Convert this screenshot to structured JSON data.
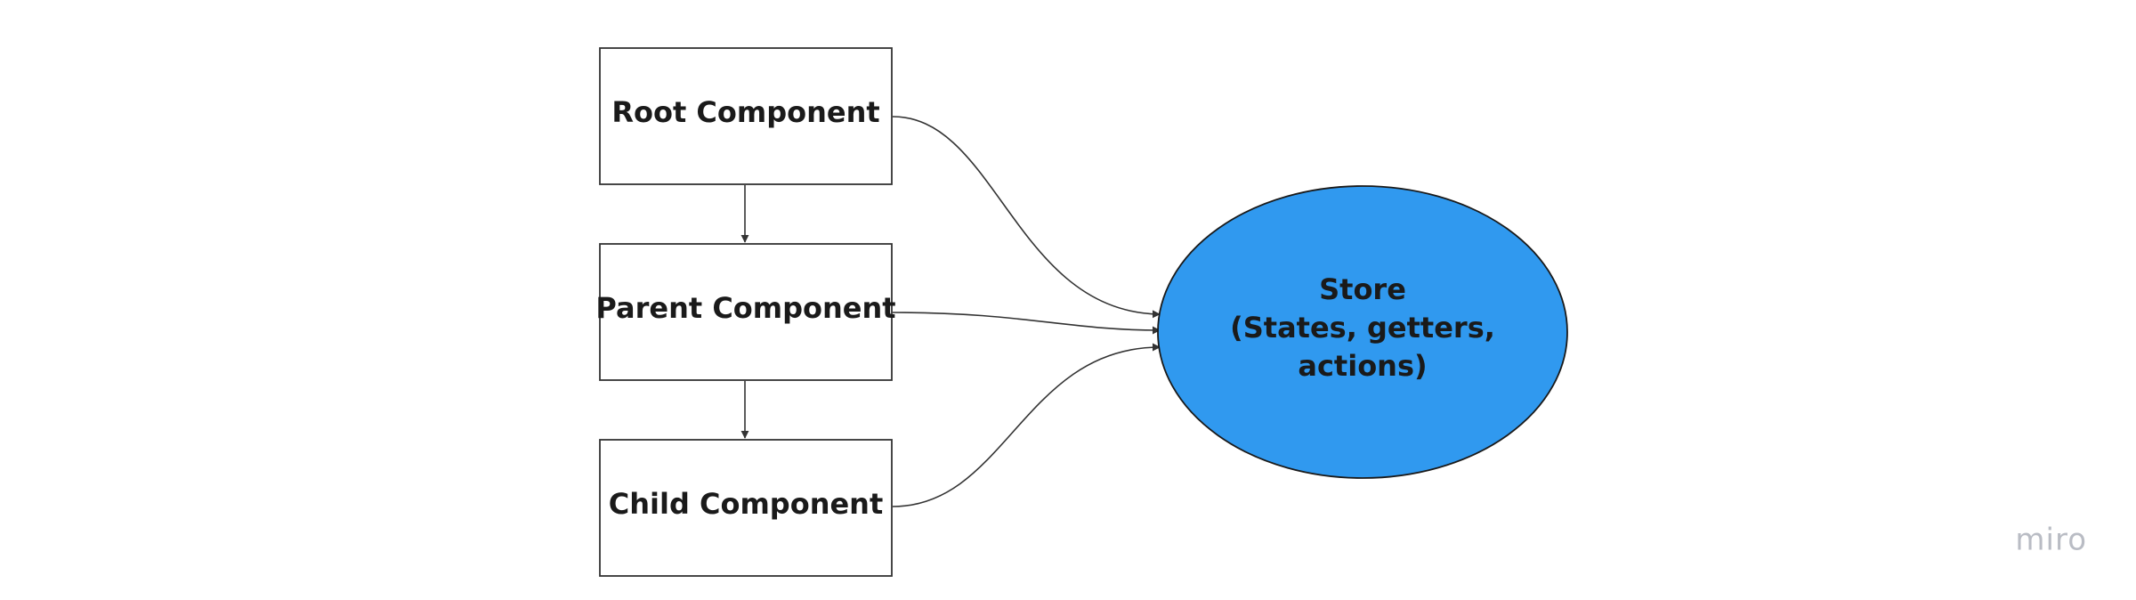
{
  "nodes": {
    "root": {
      "label": "Root Component"
    },
    "parent": {
      "label": "Parent Component"
    },
    "child": {
      "label": "Child Component"
    }
  },
  "store": {
    "lines": [
      "Store",
      "(States, getters,",
      "actions)"
    ],
    "fill_color": "#3099ef",
    "stroke_color": "#1a1a1a"
  },
  "edges": [
    {
      "from": "root",
      "to": "parent"
    },
    {
      "from": "parent",
      "to": "child"
    },
    {
      "from": "root",
      "to": "store"
    },
    {
      "from": "parent",
      "to": "store"
    },
    {
      "from": "child",
      "to": "store"
    }
  ],
  "watermark": {
    "text": "miro",
    "color": "#b9bcc4"
  },
  "colors": {
    "box_stroke": "#333333",
    "edge_stroke": "#333333",
    "background": "#ffffff"
  }
}
